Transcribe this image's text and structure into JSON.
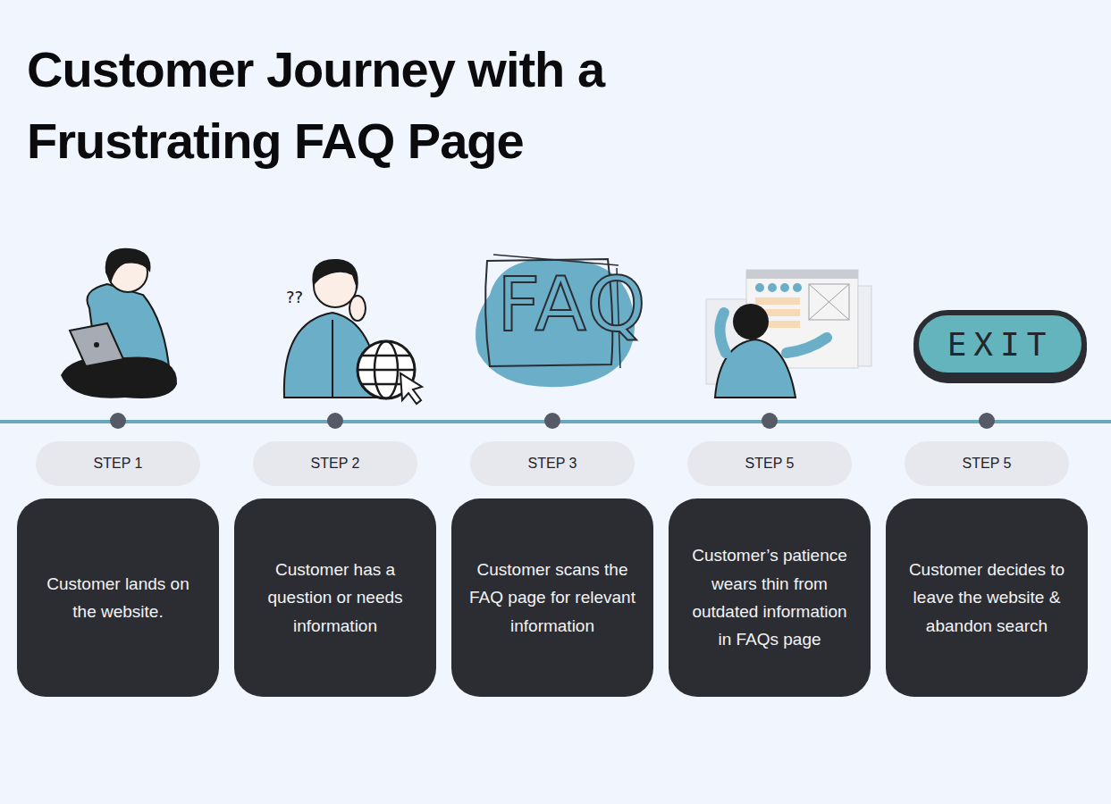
{
  "diagram": {
    "title": "Customer Journey with a Frustrating FAQ Page",
    "nodes": [
      {
        "text": [
          "STEP 1"
        ]
      },
      {
        "text": [
          "Customer lands on the website."
        ]
      },
      {
        "text": [
          "STEP 2"
        ]
      },
      {
        "text": [
          "Customer has a question or needs information"
        ]
      },
      {
        "text": [
          "STEP 3"
        ]
      },
      {
        "text": [
          "Customer scans the FAQ page for relevant information"
        ]
      },
      {
        "text": [
          "STEP 5"
        ]
      },
      {
        "text": [
          "Customer’s patience wears thin from outdated information in FAQs page"
        ]
      },
      {
        "text": [
          "STEP 5"
        ]
      },
      {
        "text": [
          "Customer decides to leave the website & abandon search"
        ]
      },
      {
        "text": [
          "EXIT"
        ]
      }
    ],
    "labels": [
      "??",
      "FAQ"
    ]
  }
}
